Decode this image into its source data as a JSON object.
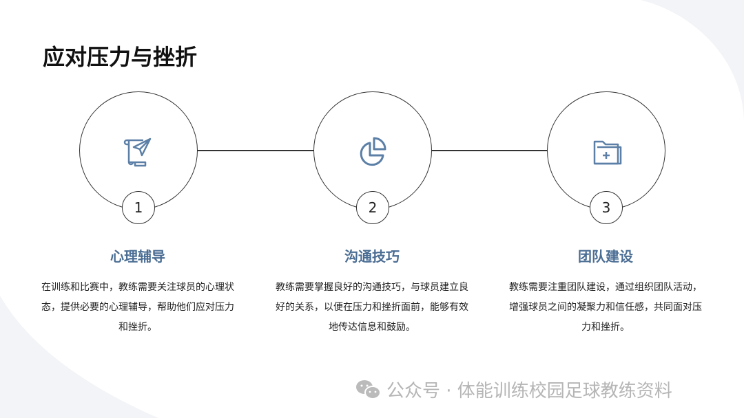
{
  "title": "应对压力与挫折",
  "steps": [
    {
      "num": "1",
      "icon": "scroll-paper-plane-icon",
      "heading": "心理辅导",
      "text": "在训练和比赛中，教练需要关注球员的心理状态，提供必要的心理辅导，帮助他们应对压力和挫折。"
    },
    {
      "num": "2",
      "icon": "pie-chart-icon",
      "heading": "沟通技巧",
      "text": "教练需要掌握良好的沟通技巧，与球员建立良好的关系，以便在压力和挫折面前，能够有效地传达信息和鼓励。"
    },
    {
      "num": "3",
      "icon": "folder-add-icon",
      "heading": "团队建设",
      "text": "教练需要注重团队建设，通过组织团队活动，增强球员之间的凝聚力和信任感，共同面对压力和挫折。"
    }
  ],
  "watermark": "公众号 · 体能训练校园足球教练资料",
  "colors": {
    "accent": "#4a6d93"
  }
}
